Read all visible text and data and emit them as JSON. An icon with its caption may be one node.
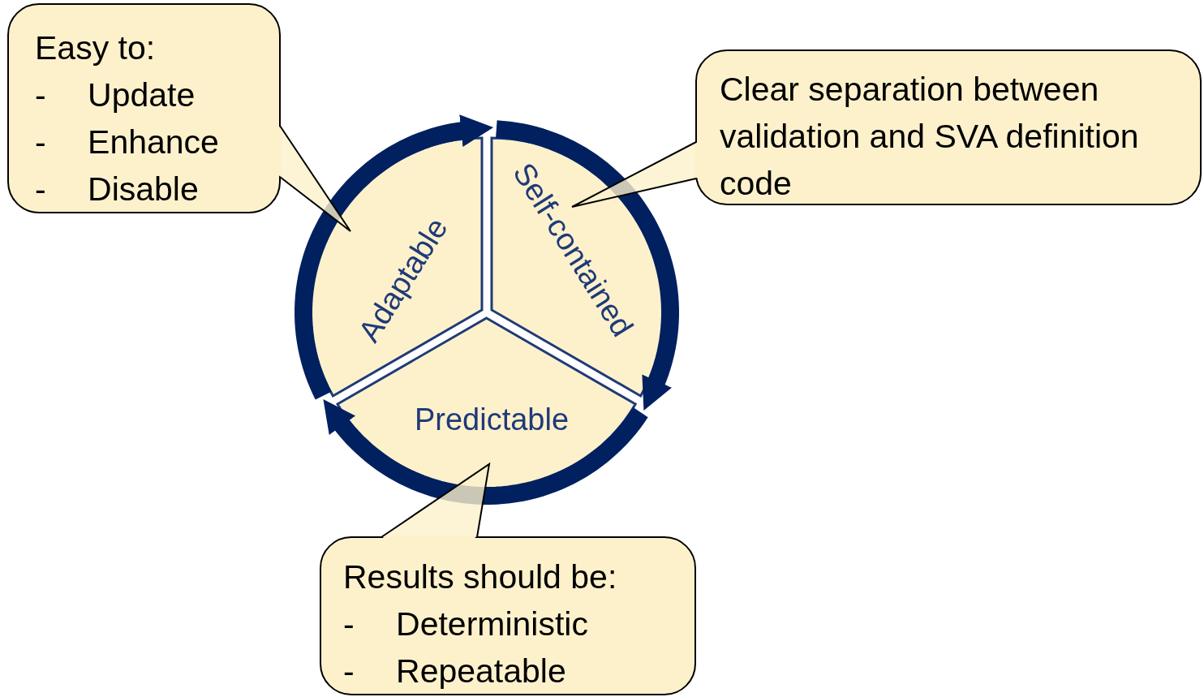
{
  "diagram": {
    "nodes": [
      {
        "text": [
          "Adaptable"
        ]
      },
      {
        "text": [
          "Self-contained"
        ]
      },
      {
        "text": [
          "Predictable"
        ]
      },
      {
        "text": [
          "Easy to:",
          "- Update",
          "- Enhance",
          "- Disable"
        ]
      },
      {
        "text": [
          "Clear separation between validation and SVA definition code"
        ]
      },
      {
        "text": [
          "Results should be:",
          "- Deterministic",
          "- Repeatable"
        ]
      }
    ],
    "edges": [
      {
        "from": 0,
        "to": 1,
        "arrow": "to"
      },
      {
        "from": 1,
        "to": 2,
        "arrow": "to"
      },
      {
        "from": 2,
        "to": 0,
        "arrow": "to"
      }
    ]
  }
}
